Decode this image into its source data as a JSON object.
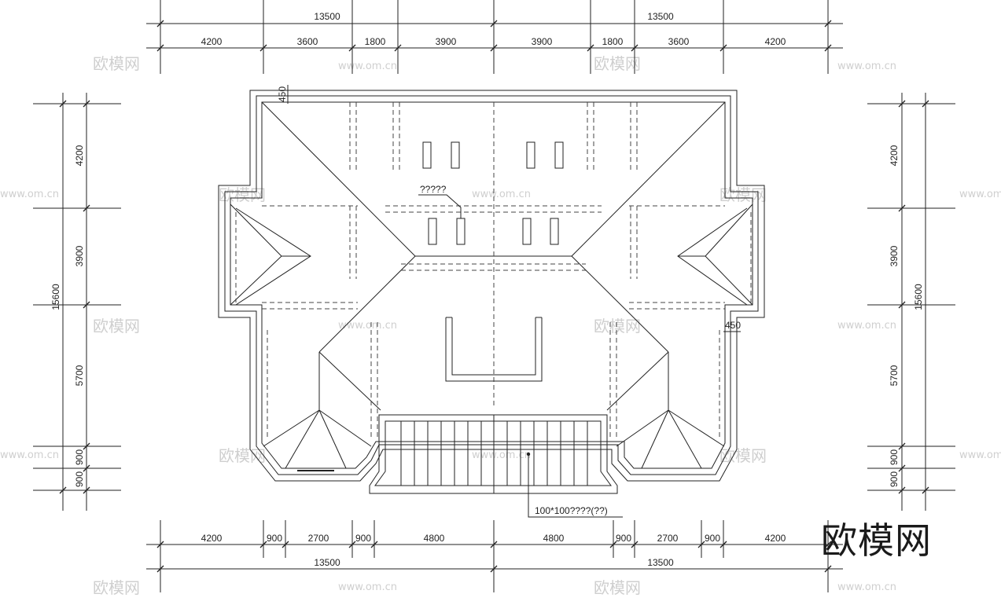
{
  "top_dims": {
    "overall": [
      "13500",
      "13500"
    ],
    "segments": [
      "4200",
      "3600",
      "1800",
      "3900",
      "3900",
      "1800",
      "3600",
      "4200"
    ]
  },
  "bottom_dims": {
    "segments": [
      "4200",
      "900",
      "2700",
      "900",
      "4800",
      "4800",
      "900",
      "2700",
      "900",
      "4200"
    ],
    "overall": [
      "13500",
      "13500"
    ]
  },
  "left_dims": {
    "segments": [
      "4200",
      "3900",
      "5700",
      "900",
      "900"
    ],
    "overall": "15600"
  },
  "right_dims": {
    "segments": [
      "4200",
      "3900",
      "5700",
      "900",
      "900"
    ],
    "overall": "15600"
  },
  "annotations": {
    "eave_top": "450",
    "eave_right": "450",
    "center_label": "?????",
    "leader_label": "100*100????(??)"
  },
  "watermark": {
    "brand": "欧模网",
    "url": "www.om.cn"
  },
  "logo": "欧模网"
}
